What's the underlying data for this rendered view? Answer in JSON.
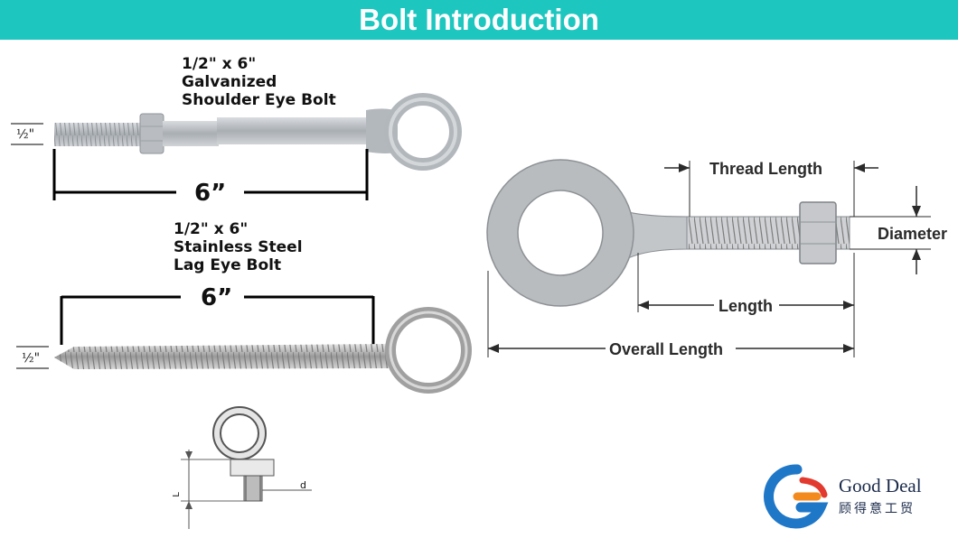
{
  "header": {
    "title": "Bolt Introduction"
  },
  "galvanized_bolt": {
    "size": "1/2\" x 6\"",
    "line2": "Galvanized",
    "line3": "Shoulder Eye Bolt",
    "dia_label": "½\"",
    "len_label": "6”"
  },
  "lag_bolt": {
    "size": "1/2\" x 6\"",
    "line2": "Stainless Steel",
    "line3": "Lag Eye Bolt",
    "dia_label": "½\"",
    "len_label": "6”"
  },
  "small_diagram": {
    "l_label": "L",
    "d_label": "d"
  },
  "dimension_diagram": {
    "thread_length": "Thread Length",
    "diameter": "Diameter",
    "length": "Length",
    "overall_length": "Overall Length"
  },
  "brand": {
    "name": "Good Deal",
    "chinese": "顾得意工贸",
    "colors": {
      "blue": "#1f77c8",
      "orange": "#f28a1e",
      "red": "#e23a2e"
    }
  }
}
